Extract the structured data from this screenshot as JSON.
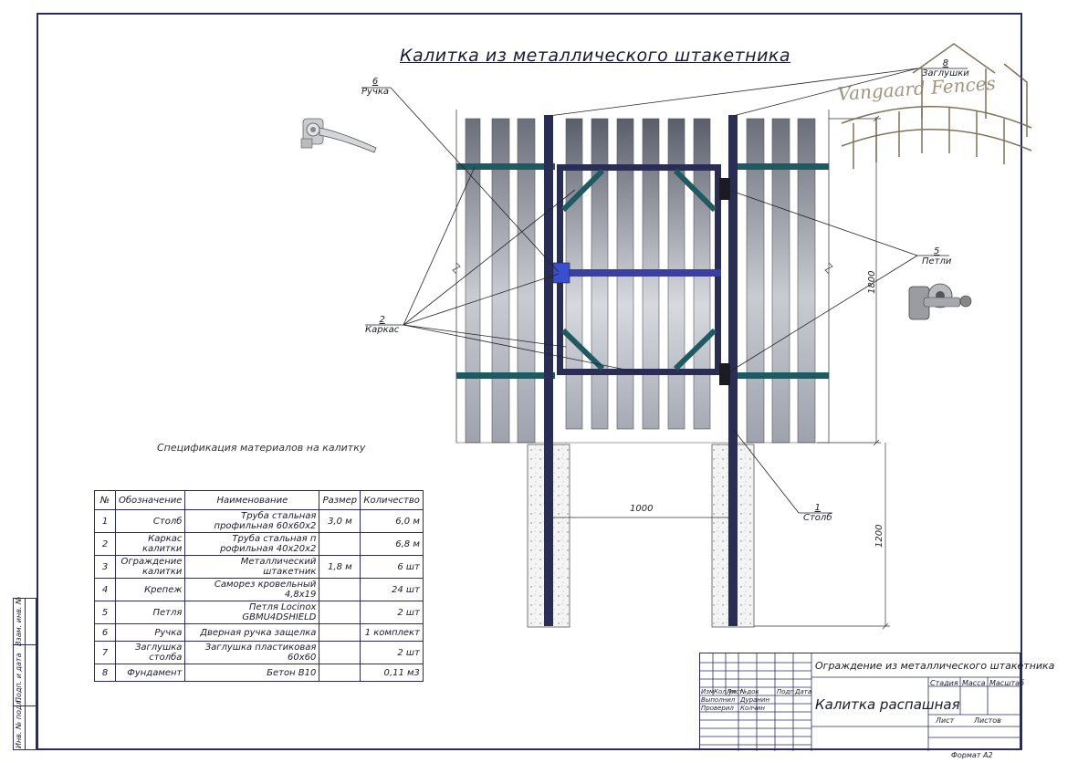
{
  "drawing": {
    "title": "Калитка из металлического штакетника",
    "spec_title": "Спецификация материалов на калитку",
    "labels": {
      "handle": {
        "num": "6",
        "name": "Ручка"
      },
      "caps": {
        "num": "8",
        "name": "Заглушки"
      },
      "frame": {
        "num": "2",
        "name": "Каркас"
      },
      "hinges": {
        "num": "5",
        "name": "Петли"
      },
      "post": {
        "num": "1",
        "name": "Столб"
      }
    },
    "dims": {
      "height_total": "1800",
      "height_under": "1200",
      "width": "1000"
    },
    "logo_text": "Vangaard Fences"
  },
  "spec": {
    "headers": [
      "№",
      "Обозначение",
      "Наименование",
      "Размер",
      "Количество"
    ],
    "rows": [
      {
        "n": "1",
        "des": "Столб",
        "name": "Труба стальная профильная 60х60х2",
        "size": "3,0 м",
        "qty": "6,0 м"
      },
      {
        "n": "2",
        "des": "Каркас калитки",
        "name": "Труба стальная п рофильная 40х20х2",
        "size": "",
        "qty": "6,8 м"
      },
      {
        "n": "3",
        "des": "Ограждение калитки",
        "name": "Металлический штакетник",
        "size": "1,8 м",
        "qty": "6 шт"
      },
      {
        "n": "4",
        "des": "Крепеж",
        "name": "Саморез кровельный 4,8х19",
        "size": "",
        "qty": "24 шт"
      },
      {
        "n": "5",
        "des": "Петля",
        "name": "Петля Locinox GBMU4DSHIELD",
        "size": "",
        "qty": "2 шт"
      },
      {
        "n": "6",
        "des": "Ручка",
        "name": "Дверная ручка защелка",
        "size": "",
        "qty": "1 комплект"
      },
      {
        "n": "7",
        "des": "Заглушка столба",
        "name": "Заглушка пластиковая 60х60",
        "size": "",
        "qty": "2 шт"
      },
      {
        "n": "8",
        "des": "Фундамент",
        "name": "Бетон В10",
        "size": "",
        "qty": "0,11 м3"
      }
    ]
  },
  "stamp": {
    "project": "Ограждение из металлического штакетника",
    "name": "Калитка распашная",
    "cols": [
      "Изм",
      "Кол.уч",
      "Лист",
      "№док",
      "Подп",
      "Дата"
    ],
    "role1": "Выполнил",
    "person1": "Дуранин",
    "role2": "Проверил",
    "person2": "Колчин",
    "stage": "Стадия",
    "mass": "Масса",
    "scale": "Масштаб",
    "sheet": "Лист",
    "sheets": "Листов",
    "format": "Формат   А2"
  },
  "side": {
    "inv_orig": "Инв. № подл.",
    "sign_date": "Подп. и дата",
    "inv_repl": "Взам. инв. №"
  },
  "colors": {
    "line": "#2a2a6a",
    "gate_frame": "#2a2e55",
    "rail": "#1f5a63",
    "brace": "#3a4fd0"
  }
}
